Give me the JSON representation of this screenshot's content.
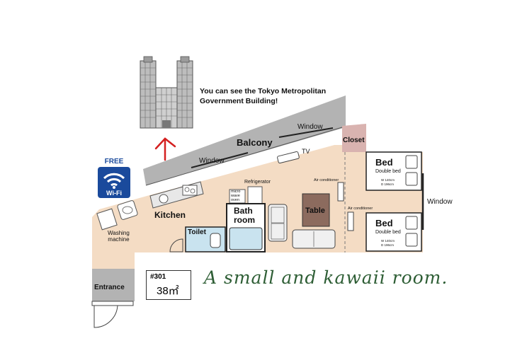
{
  "caption": {
    "line1": "You can see the Tokyo Metropolitan",
    "line2": "Government Building!"
  },
  "wifi": {
    "top": "FREE",
    "bottom": "Wi-Fi"
  },
  "labels": {
    "balcony": "Balcony",
    "window_top": "Window",
    "window_left": "Window",
    "window_right": "Window",
    "closet": "Closet",
    "tv": "TV",
    "kitchen": "Kitchen",
    "refrigerator": "Refrigerator",
    "microwave_1": "micro",
    "microwave_2": "wave",
    "microwave_3": "oven",
    "bathroom_1": "Bath",
    "bathroom_2": "room",
    "toilet": "Toilet",
    "table": "Table",
    "aircon_1": "Air conditioner",
    "aircon_2": "Air conditioner",
    "washing_1": "Washing",
    "washing_2": "machine",
    "entrance": "Entrance"
  },
  "beds": [
    {
      "title": "Bed",
      "sub": "Double bed",
      "dim1": "W 140cm",
      "dim2": "D 196cm"
    },
    {
      "title": "Bed",
      "sub": "Double bed",
      "dim1": "W 140cm",
      "dim2": "D 196cm"
    }
  ],
  "unit": {
    "number": "#301",
    "area": "38㎡"
  },
  "slogan": "A small and kawaii room.",
  "colors": {
    "floor": "#f4dcc4",
    "balcony": "#b3b3b3",
    "closet": "#d9b3b0",
    "table": "#8c6b5e",
    "bath": "#c9e3ef",
    "wifi": "#1a4a9c",
    "arrow": "#d42020",
    "slogan": "#2e5e35"
  }
}
